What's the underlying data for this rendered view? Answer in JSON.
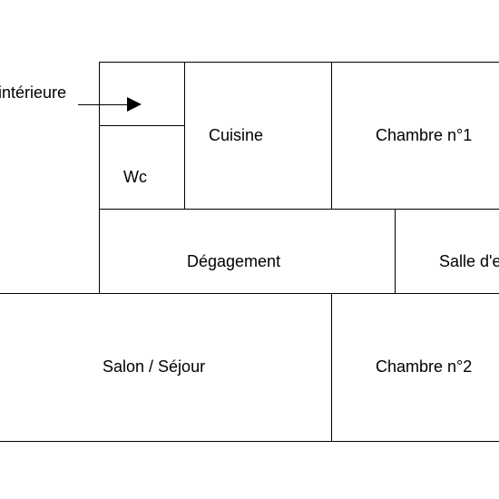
{
  "rooms": {
    "entree": "intérieure",
    "wc": "Wc",
    "cuisine": "Cuisine",
    "chambre1": "Chambre n°1",
    "degagement": "Dégagement",
    "salle_eau": "Salle d'e",
    "salon": "Salon / Séjour",
    "chambre2": "Chambre n°2"
  },
  "colors": {
    "wall": "#000000",
    "background": "#ffffff"
  }
}
